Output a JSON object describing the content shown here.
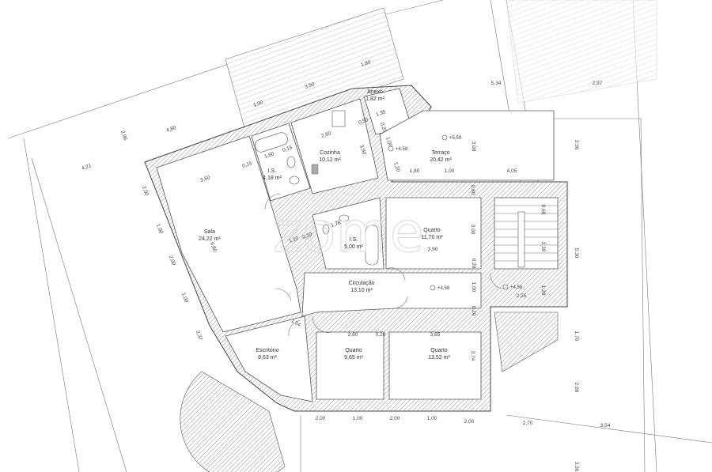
{
  "rooms": [
    {
      "name": "Anexo",
      "area": "1,82 m²"
    },
    {
      "name": "Cozinha",
      "area": "10,12 m²"
    },
    {
      "name": "Terraço",
      "area": "20,42 m²"
    },
    {
      "name": "I.S.",
      "area": "4,18 m²"
    },
    {
      "name": "Sala",
      "area": "24,22 m²"
    },
    {
      "name": "I.S.",
      "area": "5,00 m²"
    },
    {
      "name": "Quarto",
      "area": "11,70 m²"
    },
    {
      "name": "Circulação",
      "area": "13,10 m²"
    },
    {
      "name": "Escritório",
      "area": "8,63 m²"
    },
    {
      "name": "Quarto",
      "area": "9,65 m²"
    },
    {
      "name": "Quarto",
      "area": "13,52 m²"
    }
  ],
  "elevations": [
    "+5,59",
    "+4,58",
    "+4,58",
    "+4,58"
  ],
  "dimensions": [
    "1,80",
    "3,50",
    "1,00",
    "4,80",
    "2,96",
    "4,21",
    "5,34",
    "2,97",
    "3,36",
    "3,00",
    "2,60",
    "3,90",
    "0,50",
    "1,35",
    "0,25",
    "1,00",
    "1,20",
    "1,60",
    "0,15",
    "0,15",
    "3,60",
    "2,00",
    "1,00",
    "2,00",
    "1,00",
    "2,37",
    "6,80",
    "1,10",
    "0,20",
    "1,78",
    "1,80",
    "1,00",
    "4,05",
    "0,80",
    "0,60",
    "3,00",
    "3,90",
    "0,20",
    "2,30",
    "5,30",
    "1,00",
    "1,20",
    "2,25",
    "0,20",
    "1,54",
    "2,80",
    "0,20",
    "3,65",
    "3,74",
    "1,70",
    "2,09",
    "2,00",
    "1,00",
    "2,00",
    "1,00",
    "2,00",
    "2,70",
    "3,54",
    "3,36"
  ],
  "watermark": "zome"
}
